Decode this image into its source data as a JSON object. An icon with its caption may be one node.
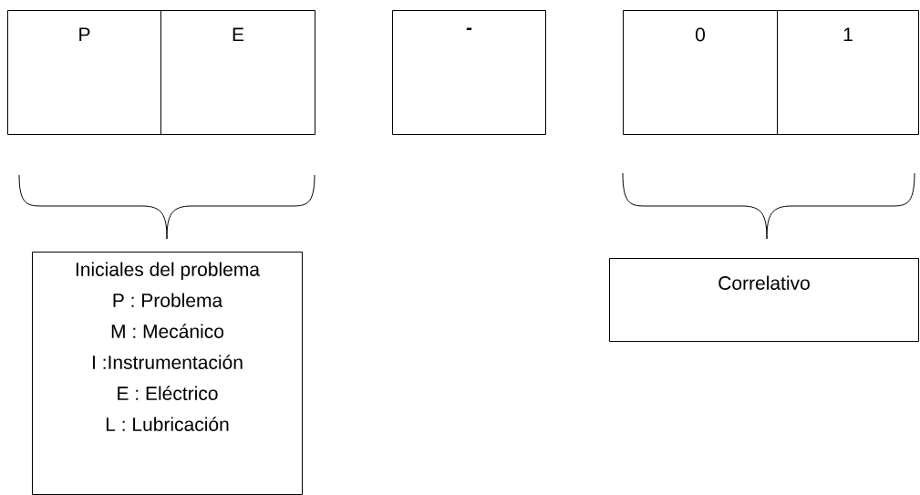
{
  "diagram": {
    "nodes": [
      {
        "text": [
          "P"
        ]
      },
      {
        "text": [
          "E"
        ]
      },
      {
        "text": [
          "-"
        ]
      },
      {
        "text": [
          "0"
        ]
      },
      {
        "text": [
          "1"
        ]
      },
      {
        "text": [
          "Iniciales del problema",
          "P : Problema",
          "M : Mecánico",
          "I :Instrumentación",
          "E : Eléctrico",
          "L : Lubricación"
        ]
      },
      {
        "text": [
          "Correlativo"
        ]
      }
    ],
    "edges": []
  }
}
